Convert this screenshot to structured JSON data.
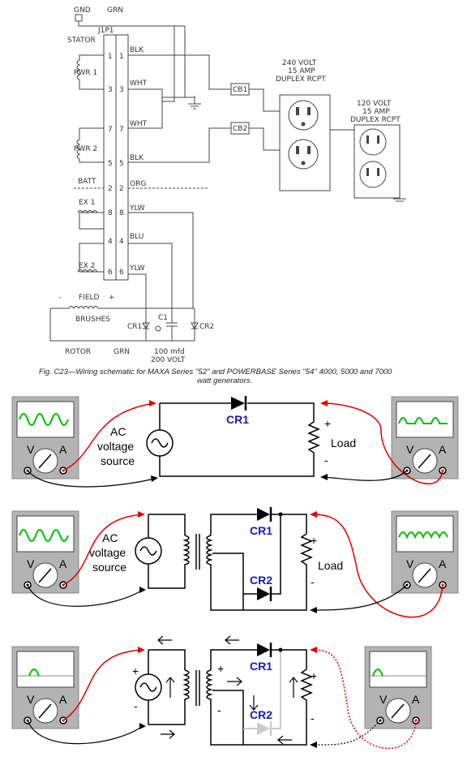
{
  "schematic": {
    "gnd": "GND",
    "grn_top": "GRN",
    "connector": "J1P1",
    "stator": "STATOR",
    "pwr1": "PWR 1",
    "pwr2": "PWR 2",
    "batt": "BATT",
    "ex1": "EX 1",
    "ex2": "EX 2",
    "pins_left": [
      "1",
      "3",
      "7",
      "5",
      "2",
      "8",
      "4",
      "6"
    ],
    "pins_right": [
      "1",
      "3",
      "7",
      "5",
      "2",
      "8",
      "4",
      "6"
    ],
    "wires": [
      "BLK",
      "WHT",
      "WHT",
      "BLK",
      "ORG",
      "YLW",
      "BLU",
      "YLW"
    ],
    "cb1": "CB1",
    "cb2": "CB2",
    "rcpt240": [
      "240 VOLT",
      "15 AMP",
      "DUPLEX RCPT"
    ],
    "rcpt120": [
      "120 VOLT",
      "15 AMP",
      "DUPLEX RCPT"
    ],
    "field": "FIELD",
    "field_minus": "-",
    "field_plus": "+",
    "brushes": "BRUSHES",
    "cr1": "CR1",
    "cr2": "CR2",
    "c1": "C1",
    "rotor": "ROTOR",
    "grn_bottom": "GRN",
    "cap_value": "100 mfd",
    "cap_volt": "200 VOLT",
    "caption_line1": "Fig. C23—Wiring schematic for MAXA Series ''52'' and POWERBASE Series ''54'' 4000, 5000 and 7000",
    "caption_line2": "watt generators."
  },
  "circuits": {
    "meter_v": "V",
    "meter_a": "A",
    "plus": "+",
    "minus": "-",
    "c1": {
      "source": [
        "AC",
        "voltage",
        "source"
      ],
      "cr1": "CR1",
      "load": "Load"
    },
    "c2": {
      "source": [
        "AC",
        "voltage",
        "source"
      ],
      "cr1": "CR1",
      "cr2": "CR2",
      "load": "Load"
    },
    "c3": {
      "cr1": "CR1",
      "cr2": "CR2"
    }
  },
  "colors": {
    "probe_red": "#e00000",
    "trace_green": "#00c000",
    "label_blue": "#1a1ab3",
    "meter_frame": "#b3b3b3"
  }
}
